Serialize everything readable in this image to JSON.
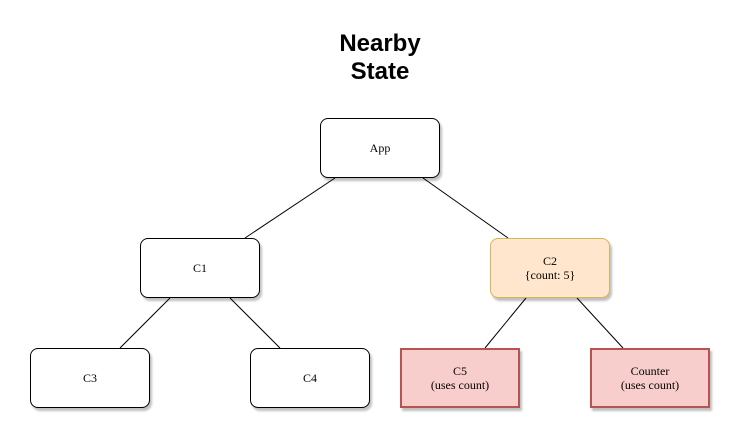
{
  "title": {
    "line1": "Nearby",
    "line2": "State"
  },
  "nodes": {
    "app": {
      "label": "App"
    },
    "c1": {
      "label": "C1"
    },
    "c2": {
      "label": "C2",
      "detail": "{count: 5}"
    },
    "c3": {
      "label": "C3"
    },
    "c4": {
      "label": "C4"
    },
    "c5": {
      "label": "C5",
      "detail": "(uses count)"
    },
    "counter": {
      "label": "Counter",
      "detail": "(uses count)"
    }
  },
  "colors": {
    "state_fill": "#ffe6cc",
    "state_border": "#d6b656",
    "consumer_fill": "#f8cecc",
    "consumer_border": "#b85450"
  }
}
